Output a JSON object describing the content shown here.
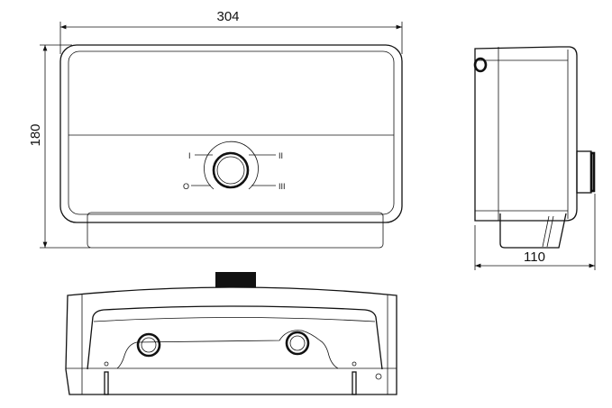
{
  "dimensions": {
    "width": "304",
    "height": "180",
    "depth": "110"
  },
  "dial": {
    "labels": [
      "O",
      "I",
      "II",
      "III"
    ]
  }
}
